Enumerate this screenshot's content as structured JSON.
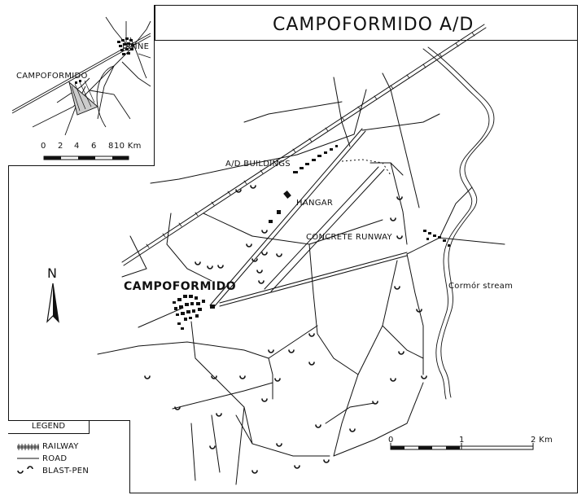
{
  "title": "CAMPOFORMIDO A/D",
  "labels": {
    "ad_buildings": "A/D BUILDINGS",
    "hangar": "HANGAR",
    "concrete_runway": "CONCRETE RUNWAY",
    "campoformido": "CAMPOFORMIDO",
    "stream": "Cormór stream",
    "north": "N"
  },
  "inset": {
    "udine": "UDINE",
    "campoformido": "CAMPOFORMIDO",
    "scale_ticks": [
      "0",
      "2",
      "4",
      "6",
      "8",
      "10 Km"
    ]
  },
  "scale_bar": {
    "ticks": [
      "0",
      "1",
      "2 Km"
    ]
  },
  "legend": {
    "title": "LEGEND",
    "items": [
      {
        "symbol": "railway",
        "label": "RAILWAY"
      },
      {
        "symbol": "road",
        "label": "ROAD"
      },
      {
        "symbol": "blast-pen",
        "label": "BLAST-PEN"
      }
    ]
  }
}
